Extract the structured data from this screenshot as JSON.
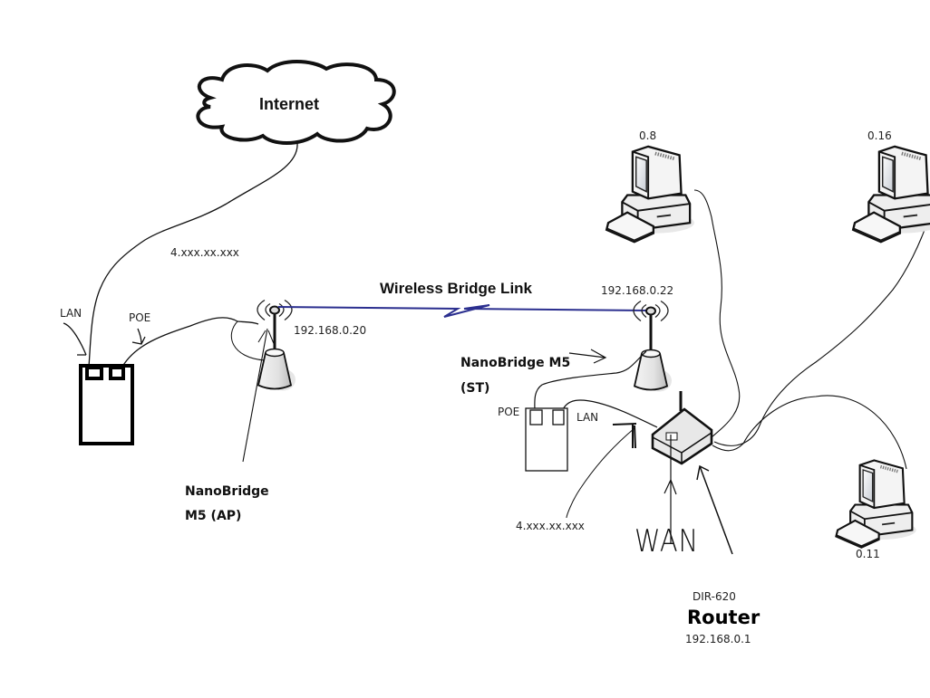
{
  "cloud": {
    "label": "Internet"
  },
  "wan_ip_left": "4.xxx.xx.xxx",
  "left_adapter": {
    "lan_label": "LAN",
    "poe_label": "POE"
  },
  "ap": {
    "ip": "192.168.0.20",
    "name_line1": "NanoBridge",
    "name_line2": "M5 (AP)"
  },
  "link": {
    "label": "Wireless Bridge Link",
    "color": "#2b2f8f"
  },
  "st": {
    "ip": "192.168.0.22",
    "name_line1": "NanoBridge M5",
    "name_line2": "(ST)"
  },
  "right_adapter": {
    "poe_label": "POE",
    "lan_label": "LAN"
  },
  "wan_ip_right": "4.xxx.xx.xxx",
  "wan_label": "WAN",
  "router": {
    "model": "DIR-620",
    "title": "Router",
    "ip": "192.168.0.1"
  },
  "computers": [
    {
      "label": "0.8"
    },
    {
      "label": "0.16"
    },
    {
      "label": "0.11"
    }
  ]
}
